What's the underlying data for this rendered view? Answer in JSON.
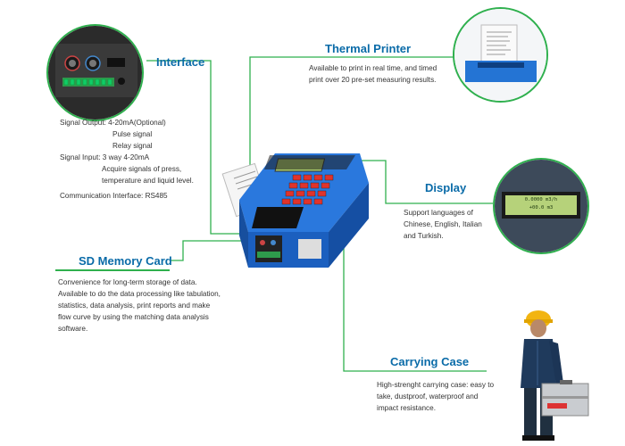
{
  "interface": {
    "title": "Interface",
    "lines": [
      "Signal Output: 4-20mA(Optional)",
      "Pulse signal",
      "Relay signal",
      "Signal Input: 3 way 4-20mA",
      "Acquire signals of press,",
      "temperature and liquid level.",
      "Communication Interface: RS485"
    ]
  },
  "thermal_printer": {
    "title": "Thermal Printer",
    "lines": [
      "Available to print in real time, and timed",
      "print over 20 pre-set measuring results."
    ]
  },
  "display": {
    "title": "Display",
    "lines": [
      "Support languages of",
      "Chinese, English, Italian",
      "and Turkish."
    ],
    "screen_lines": [
      "0.0000 m3/h",
      "+00.0 m3"
    ]
  },
  "sd_card": {
    "title": "SD Memory Card",
    "lines": [
      "Convenience for long-term storage of data.",
      "Available to do the data processing like tabulation,",
      "statistics, data analysis, print reports and make",
      "flow curve by using the matching data analysis",
      "software."
    ]
  },
  "carrying_case": {
    "title": "Carrying Case",
    "lines": [
      "High-strenght carrying case: easy to",
      "take, dustproof, waterproof and",
      "impact resistance."
    ]
  },
  "colors": {
    "accent": "#2fb04e",
    "title": "#0a6ba8",
    "device": "#1e64c8"
  }
}
